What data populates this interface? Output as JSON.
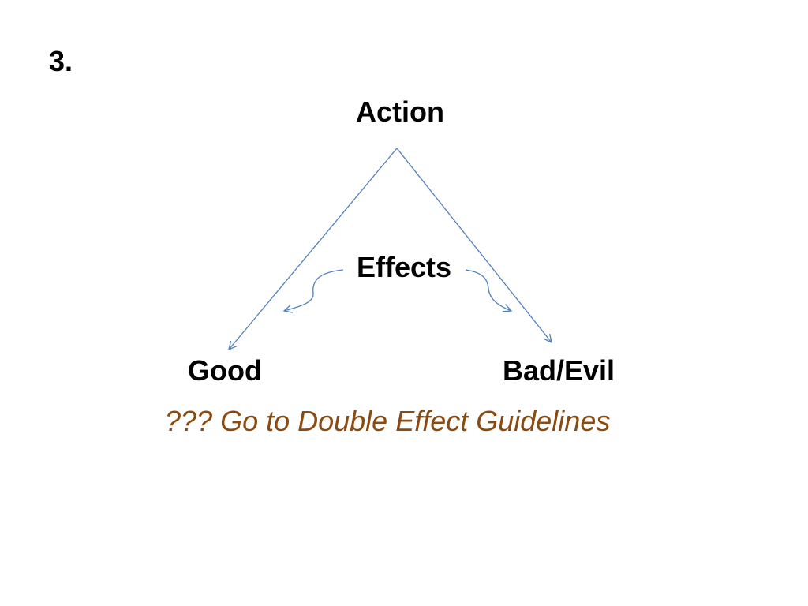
{
  "slide": {
    "number": "3."
  },
  "diagram": {
    "nodes": {
      "top": "Action",
      "middle": "Effects",
      "left": "Good",
      "right": "Bad/Evil"
    },
    "edges": [
      {
        "from": "Action",
        "to": "Good"
      },
      {
        "from": "Action",
        "to": "Bad/Evil"
      }
    ],
    "line_color": "#4f81bd"
  },
  "note": {
    "text": "??? Go to Double Effect Guidelines",
    "color": "#8b4a0f"
  }
}
